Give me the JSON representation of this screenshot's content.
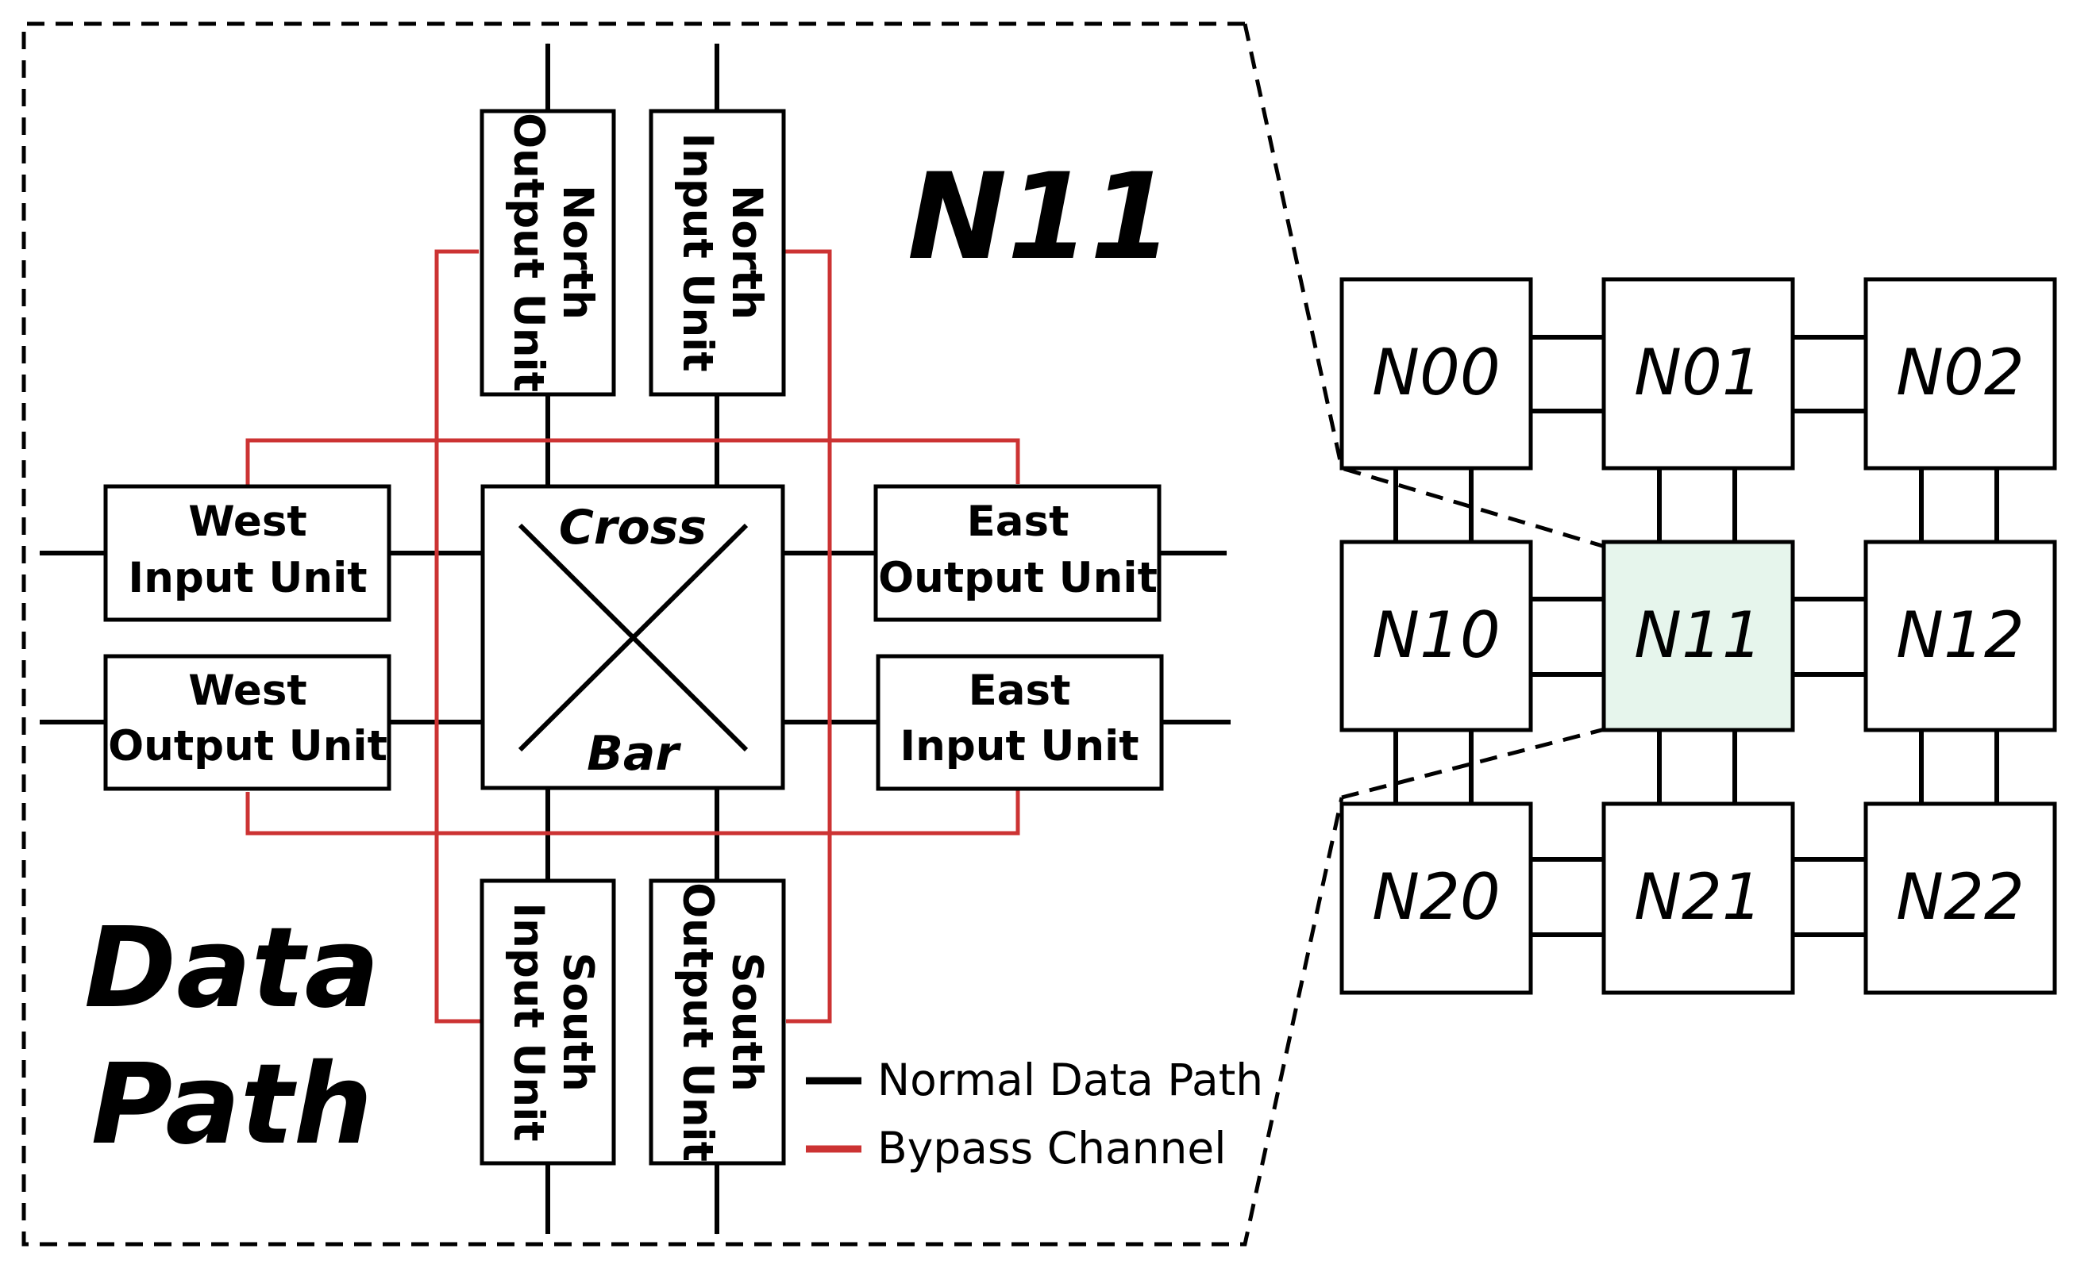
{
  "router": {
    "title": "N11",
    "corner_label": [
      "Data",
      "Path"
    ],
    "crossbar": {
      "top": "Cross",
      "bottom": "Bar"
    },
    "units": {
      "north_output": [
        "North",
        "Output Unit"
      ],
      "north_input": [
        "North",
        "Input Unit"
      ],
      "west_input": [
        "West",
        "Input Unit"
      ],
      "west_output": [
        "West",
        "Output Unit"
      ],
      "east_output": [
        "East",
        "Output Unit"
      ],
      "east_input": [
        "East",
        "Input Unit"
      ],
      "south_input": [
        "South",
        "Input Unit"
      ],
      "south_output": [
        "South",
        "Output Unit"
      ]
    }
  },
  "legend": [
    {
      "label": "Normal Data Path",
      "color": "#000000"
    },
    {
      "label": "Bypass Channel",
      "color": "#cc3333"
    }
  ],
  "mesh": {
    "nodes": [
      [
        "N00",
        "N01",
        "N02"
      ],
      [
        "N10",
        "N11",
        "N12"
      ],
      [
        "N20",
        "N21",
        "N22"
      ]
    ],
    "highlight": "N11",
    "highlight_color": "#e6f5ec"
  },
  "colors": {
    "normal": "#000000",
    "bypass": "#cc3333"
  }
}
